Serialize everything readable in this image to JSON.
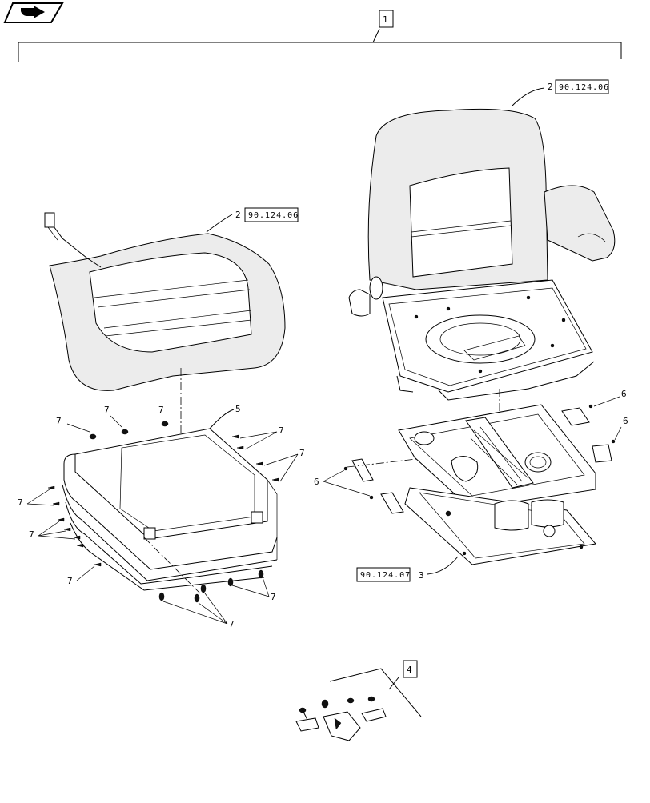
{
  "nav": {
    "icon": "next-page-arrow-icon"
  },
  "callouts": {
    "assembly_box": "1",
    "backrest_item": "2",
    "backrest_ref": "90.124.06",
    "cushion_item": "2",
    "cushion_ref": "90.124.06",
    "boot_item": "5",
    "suspension_ref": "90.124.07",
    "suspension_item": "3",
    "kit_box": "4",
    "fastener_item": "7",
    "bumper_item": "6"
  },
  "colors": {
    "line": "#000000",
    "shade": "#ececec",
    "background": "#ffffff"
  }
}
